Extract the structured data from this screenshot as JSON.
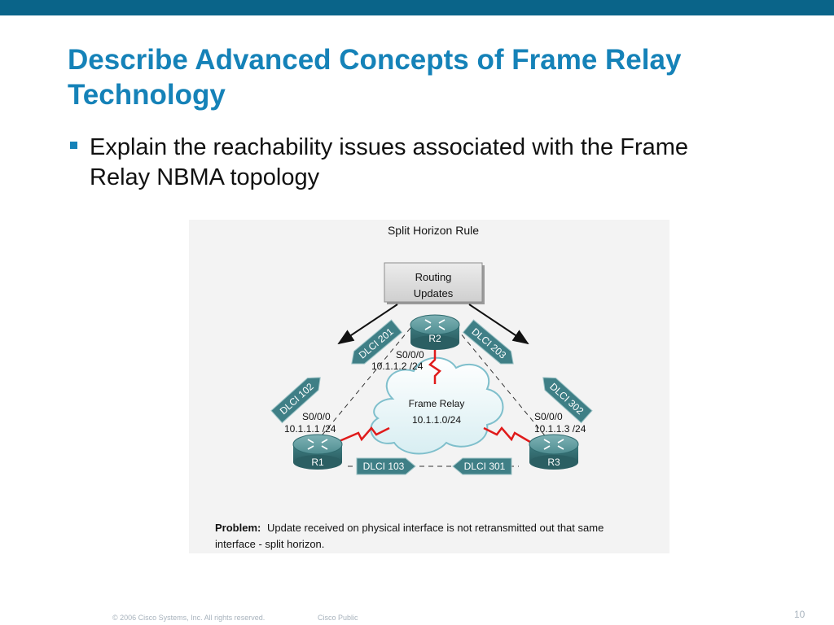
{
  "slide": {
    "title": "Describe Advanced Concepts of Frame Relay Technology",
    "bullet": "Explain the reachability issues associated with the Frame Relay NBMA topology"
  },
  "diagram": {
    "title": "Split Horizon Rule",
    "routing_box": {
      "line1": "Routing",
      "line2": "Updates"
    },
    "cloud": {
      "name": "Frame Relay",
      "network": "10.1.1.0/24"
    },
    "routers": {
      "r1": {
        "name": "R1",
        "interface": "S0/0/0",
        "ip": "10.1.1.1 /24"
      },
      "r2": {
        "name": "R2",
        "interface": "S0/0/0",
        "ip": "10.1.1.2 /24"
      },
      "r3": {
        "name": "R3",
        "interface": "S0/0/0",
        "ip": "10.1.1.3 /24"
      }
    },
    "dlci": {
      "d201": "DLCI 201",
      "d203": "DLCI 203",
      "d102": "DLCI 102",
      "d302": "DLCI 302",
      "d103": "DLCI 103",
      "d301": "DLCI 301"
    },
    "problem": {
      "label": "Problem:",
      "text1": "Update received on physical interface is not retransmitted out that same",
      "text2": "interface - split horizon."
    },
    "colors": {
      "arrow_tag": "#3f7f86",
      "router": "#3b7a7f",
      "serial_link": "#e01b1b",
      "box": "#dcdcdc"
    }
  },
  "footer": {
    "copyright": "© 2006 Cisco Systems, Inc. All rights reserved.",
    "classification": "Cisco Public",
    "page_number": "10"
  }
}
